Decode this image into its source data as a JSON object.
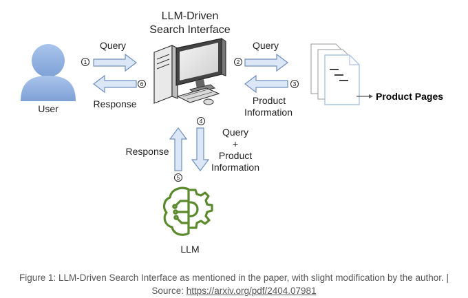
{
  "diagram": {
    "title_line1": "LLM-Driven",
    "title_line2": "Search Interface",
    "user_label": "User",
    "llm_label": "LLM",
    "product_pages_label": "Product Pages",
    "query_label_1": "Query",
    "query_label_2": "Query",
    "response_label_user": "Response",
    "product_info_line1": "Product",
    "product_info_line2": "Information",
    "response_label_llm": "Response",
    "llm_query_line1": "Query",
    "llm_query_line2": "+",
    "llm_query_line3": "Product",
    "llm_query_line4": "Information",
    "steps": [
      "1",
      "2",
      "3",
      "4",
      "5",
      "6"
    ]
  },
  "caption": {
    "text": "Figure 1: LLM-Driven Search Interface as mentioned in the paper, with slight modification by the author. |",
    "source_prefix": "Source: ",
    "source_link": "https://arxiv.org/pdf/2404.07981"
  },
  "colors": {
    "user_blue": "#8fb1e3",
    "arrow_fill": "#dbe6f7",
    "arrow_stroke": "#6f8fbf",
    "llm_green": "#5a8a2c",
    "doc_border": "#aac3e6"
  },
  "icons": [
    "user-icon",
    "computer-icon",
    "documents-icon",
    "llm-brain-gear-icon"
  ]
}
